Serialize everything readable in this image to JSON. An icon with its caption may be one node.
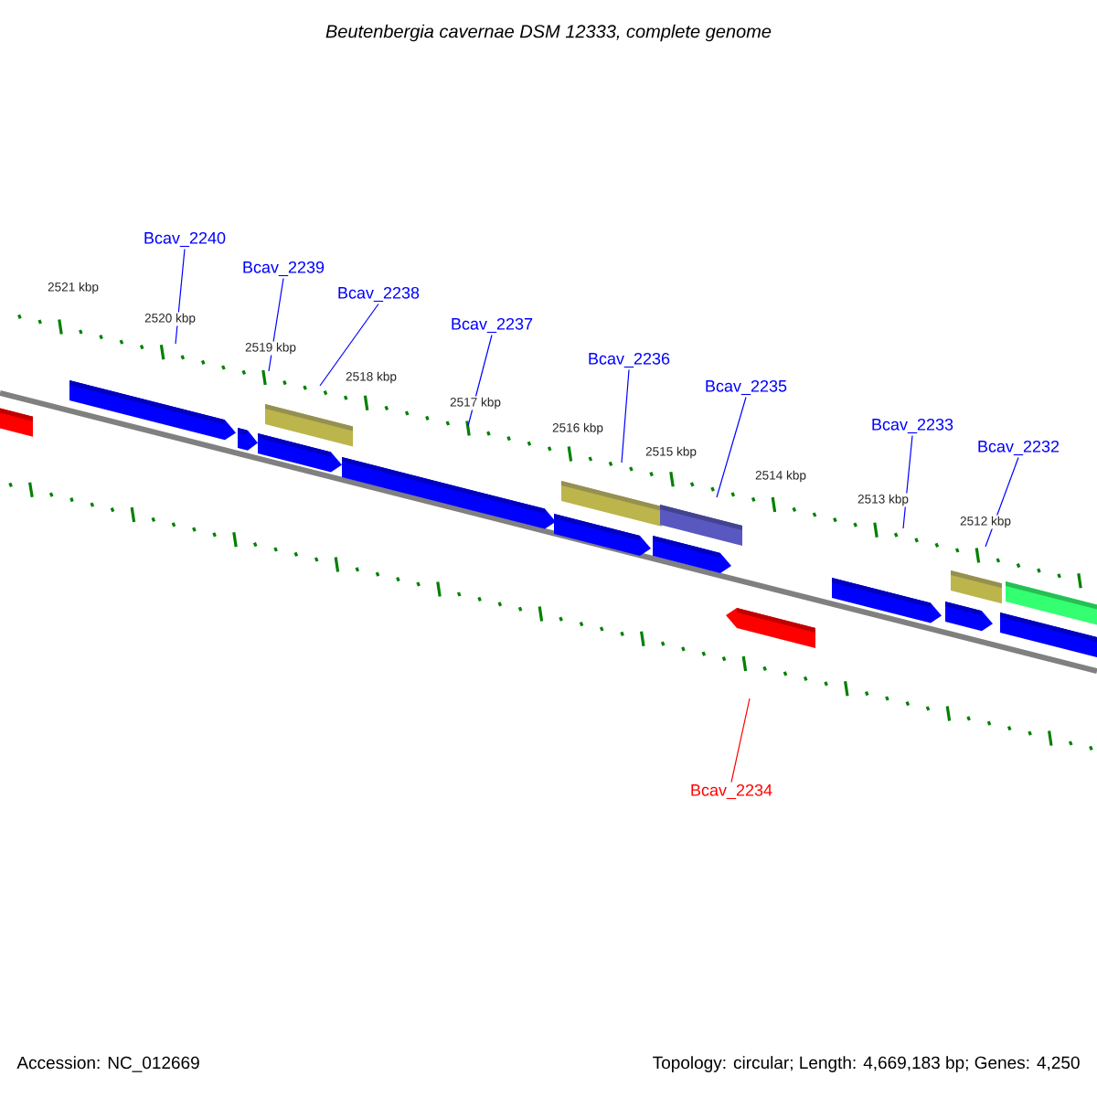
{
  "diagram": {
    "title": "Beutenbergia cavernae DSM 12333, complete genome",
    "nodes": [
      {
        "text": [
          "Bcav_2240"
        ]
      },
      {
        "text": [
          "Bcav_2239"
        ]
      },
      {
        "text": [
          "Bcav_2238"
        ]
      },
      {
        "text": [
          "Bcav_2237"
        ]
      },
      {
        "text": [
          "Bcav_2236"
        ]
      },
      {
        "text": [
          "Bcav_2235"
        ]
      },
      {
        "text": [
          "Bcav_2233"
        ]
      },
      {
        "text": [
          "Bcav_2232"
        ]
      },
      {
        "text": [
          "Bcav_2234"
        ]
      }
    ],
    "edges": [
      {
        "from": 0,
        "to": null,
        "arrow": "none"
      },
      {
        "from": 1,
        "to": null,
        "arrow": "none"
      },
      {
        "from": 2,
        "to": null,
        "arrow": "none"
      },
      {
        "from": 3,
        "to": null,
        "arrow": "none"
      },
      {
        "from": 4,
        "to": null,
        "arrow": "none"
      },
      {
        "from": 5,
        "to": null,
        "arrow": "none"
      },
      {
        "from": 6,
        "to": null,
        "arrow": "none"
      },
      {
        "from": 7,
        "to": null,
        "arrow": "none"
      },
      {
        "from": 8,
        "to": null,
        "arrow": "none",
        "color": "#ff0000"
      }
    ],
    "labels": [
      "2521 kbp",
      "2520 kbp",
      "2519 kbp",
      "2518 kbp",
      "2517 kbp",
      "2516 kbp",
      "2515 kbp",
      "2514 kbp",
      "2513 kbp",
      "2512 kbp",
      "Accession: NC_012669",
      "Topology: circular; Length: 4,669,183 bp; Genes: 4,250"
    ]
  }
}
